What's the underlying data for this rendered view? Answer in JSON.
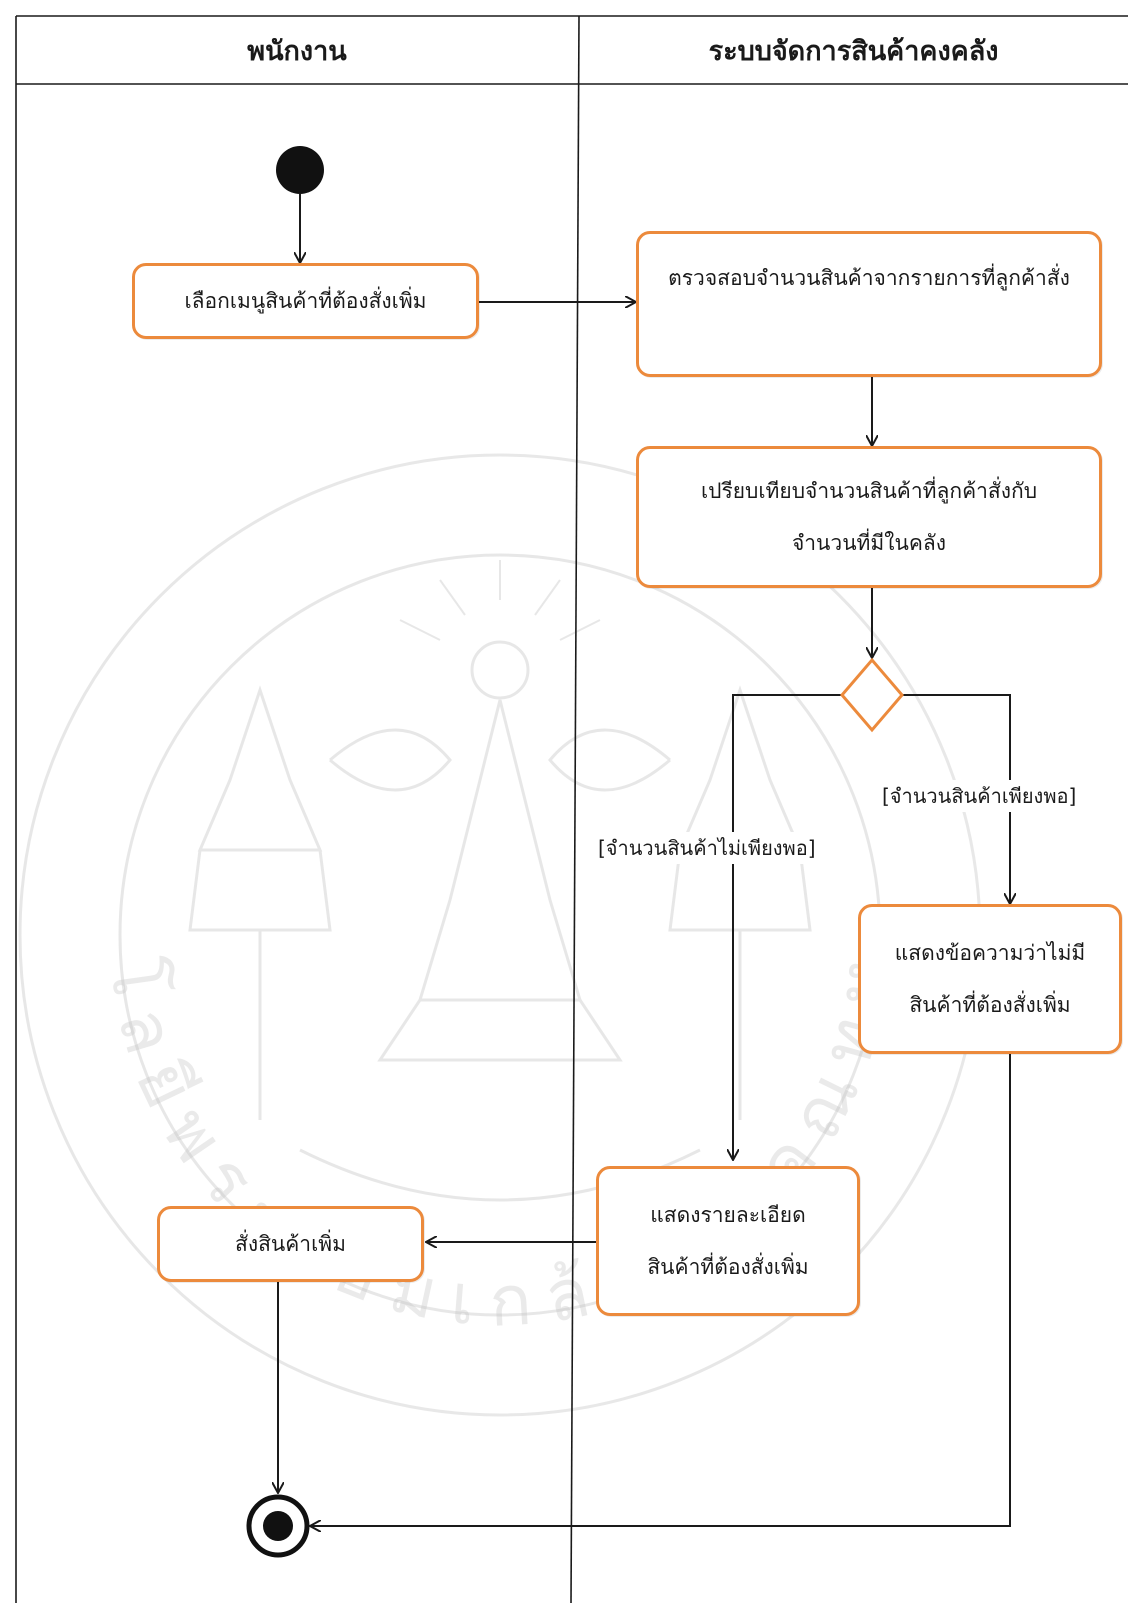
{
  "swimlanes": {
    "left_title": "พนักงาน",
    "right_title": "ระบบจัดการสินค้าคงคลัง"
  },
  "activities": {
    "select_menu": "เลือกเมนูสินค้าที่ต้องสั่งเพิ่ม",
    "check_quantity": "ตรวจสอบจำนวนสินค้าจากรายการที่ลูกค้าสั่ง",
    "compare_line1": "เปรียบเทียบจำนวนสินค้าที่ลูกค้าสั่งกับ",
    "compare_line2": "จำนวนที่มีในคลัง",
    "show_none_line1": "แสดงข้อความว่าไม่มี",
    "show_none_line2": "สินค้าที่ต้องสั่งเพิ่ม",
    "show_details_line1": "แสดงรายละเอียด",
    "show_details_line2": "สินค้าที่ต้องสั่งเพิ่ม",
    "order_more": "สั่งสินค้าเพิ่ม"
  },
  "guards": {
    "insufficient": "[จำนวนสินค้าไม่เพียงพอ]",
    "sufficient": "[จำนวนสินค้าเพียงพอ]"
  },
  "colors": {
    "activity_border": "#ec8a3c",
    "line": "#1a1a1a",
    "watermark": "#bdbdbd"
  },
  "watermark": {
    "text": "สถาบันเทคโนโลยีพระจอมเกล้าเจ้าคุณทหารลาดกระบัง"
  }
}
